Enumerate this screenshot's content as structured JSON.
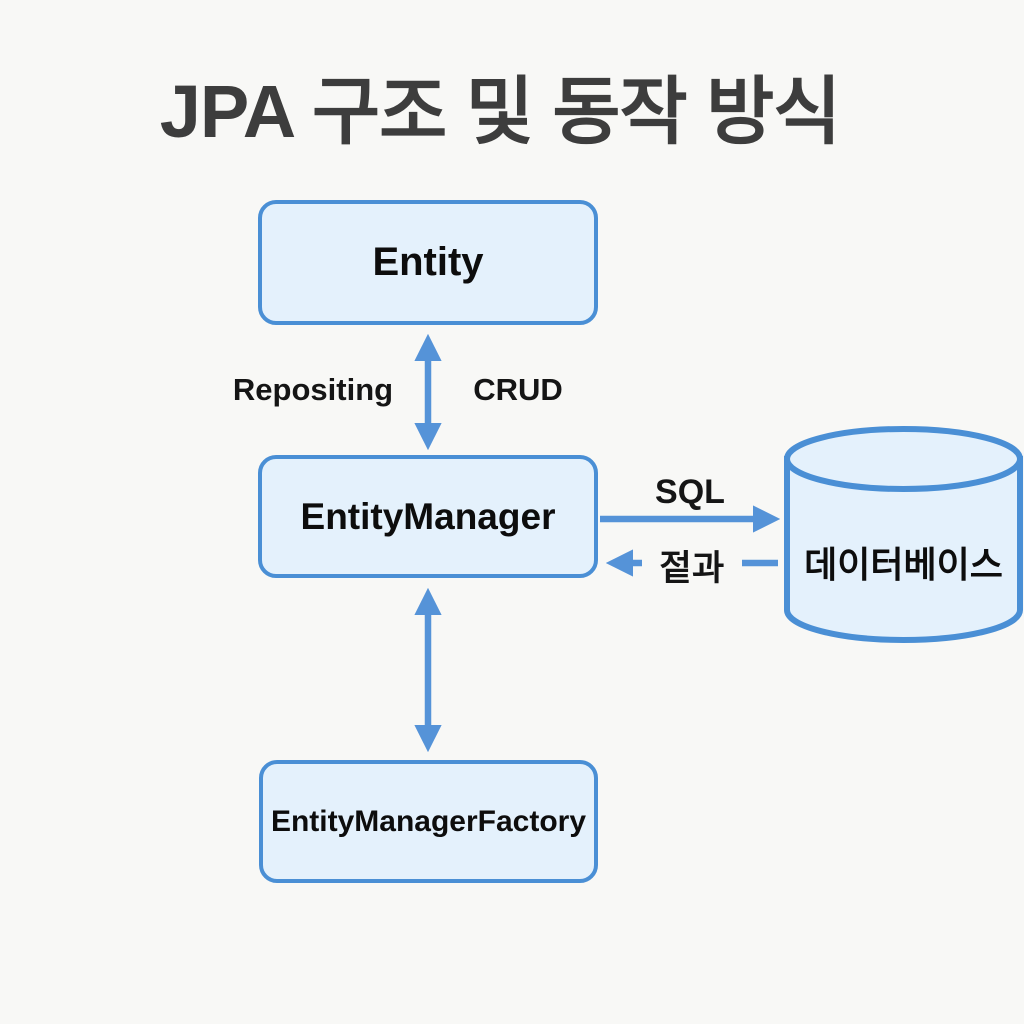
{
  "title": "JPA 구조 및 동작 방식",
  "diagram_type": "architecture-diagram",
  "colors": {
    "background": "#f8f8f6",
    "node_fill": "#e4f1fc",
    "node_border": "#4a8fd5",
    "arrow": "#5593d8",
    "title_text": "#3d3d3d",
    "node_text": "#0d0d0d"
  },
  "nodes": {
    "entity": {
      "label": "Entity",
      "shape": "rounded-rectangle"
    },
    "entity_manager": {
      "label": "EntityManager",
      "shape": "rounded-rectangle"
    },
    "entity_manager_factory": {
      "label": "EntityManagerFactory",
      "shape": "rounded-rectangle"
    },
    "database": {
      "label": "데이터베이스",
      "shape": "cylinder"
    }
  },
  "edges": {
    "entity_to_entity_manager": {
      "direction": "bidirectional",
      "left_label": "Repositing",
      "right_label": "CRUD"
    },
    "entity_manager_to_database": {
      "direction": "right",
      "label": "SQL"
    },
    "database_to_entity_manager": {
      "direction": "left",
      "label": "젙과"
    },
    "entity_manager_to_factory": {
      "direction": "bidirectional",
      "label": ""
    }
  }
}
